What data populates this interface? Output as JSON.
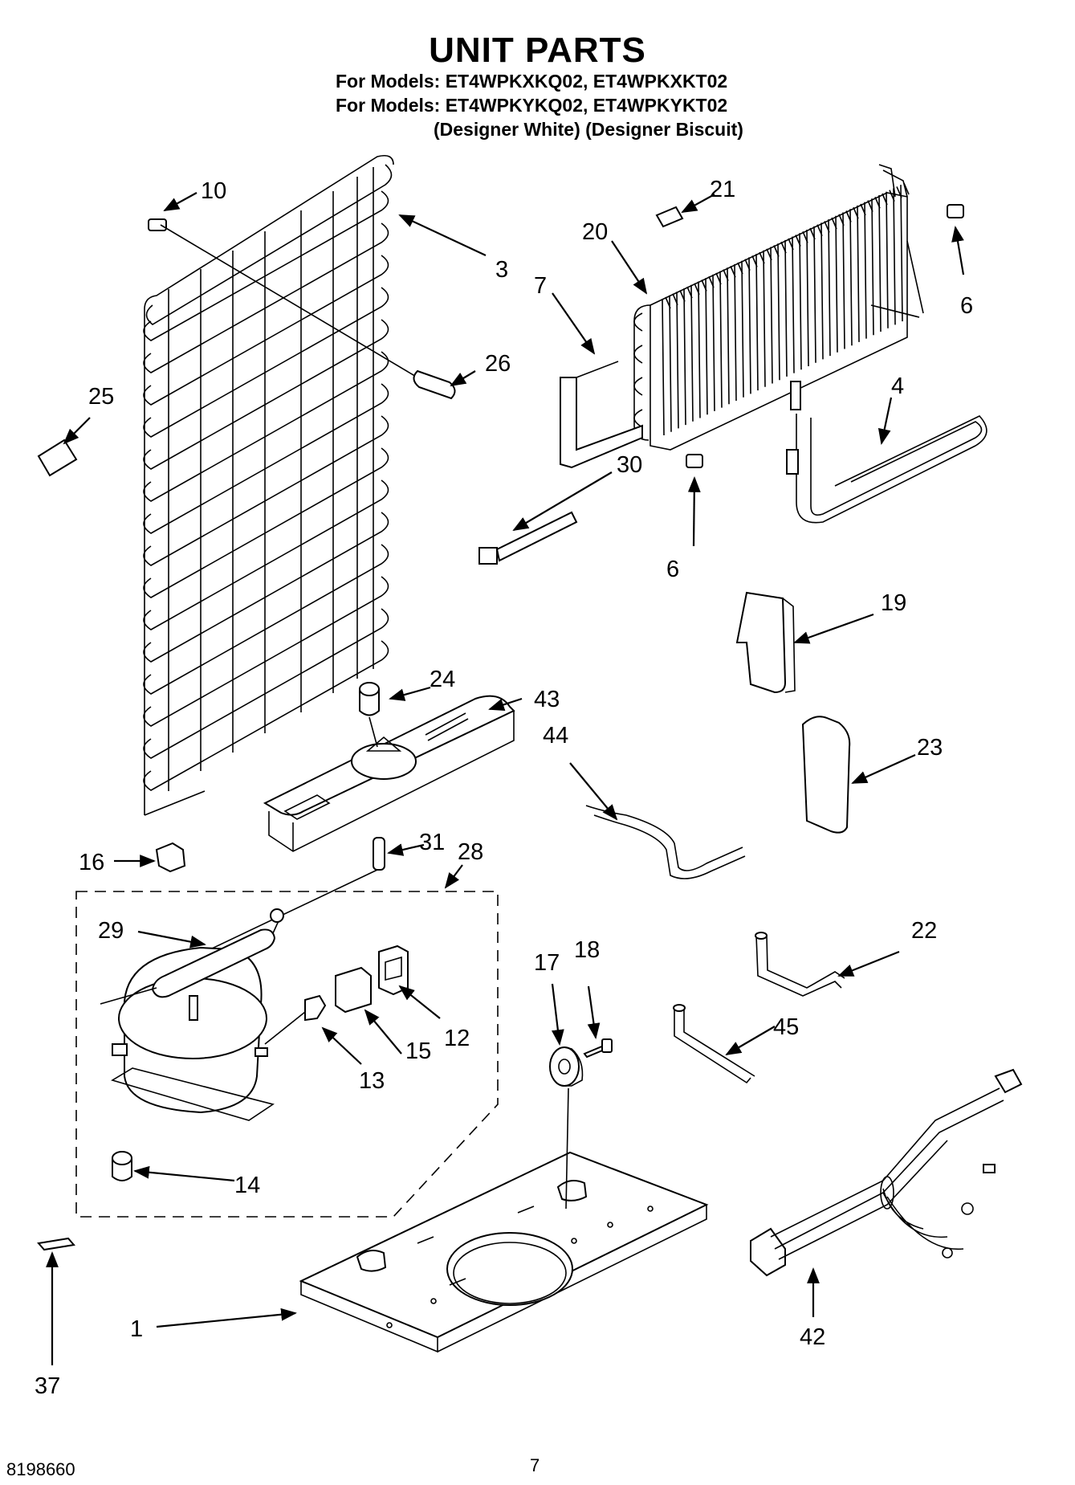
{
  "header": {
    "title": "UNIT PARTS",
    "model_line_1": "For Models: ET4WPKXKQ02, ET4WPKXKT02",
    "model_line_2": "For Models: ET4WPKYKQ02, ET4WPKYKT02",
    "variants": "(Designer White) (Designer Biscuit)"
  },
  "callouts": [
    "10",
    "3",
    "26",
    "25",
    "21",
    "20",
    "7",
    "6",
    "6",
    "4",
    "30",
    "19",
    "24",
    "43",
    "44",
    "23",
    "16",
    "31",
    "28",
    "29",
    "12",
    "15",
    "13",
    "14",
    "17",
    "18",
    "22",
    "45",
    "37",
    "1",
    "42"
  ],
  "footer": {
    "doc_number": "8198660",
    "page_number": "7"
  }
}
